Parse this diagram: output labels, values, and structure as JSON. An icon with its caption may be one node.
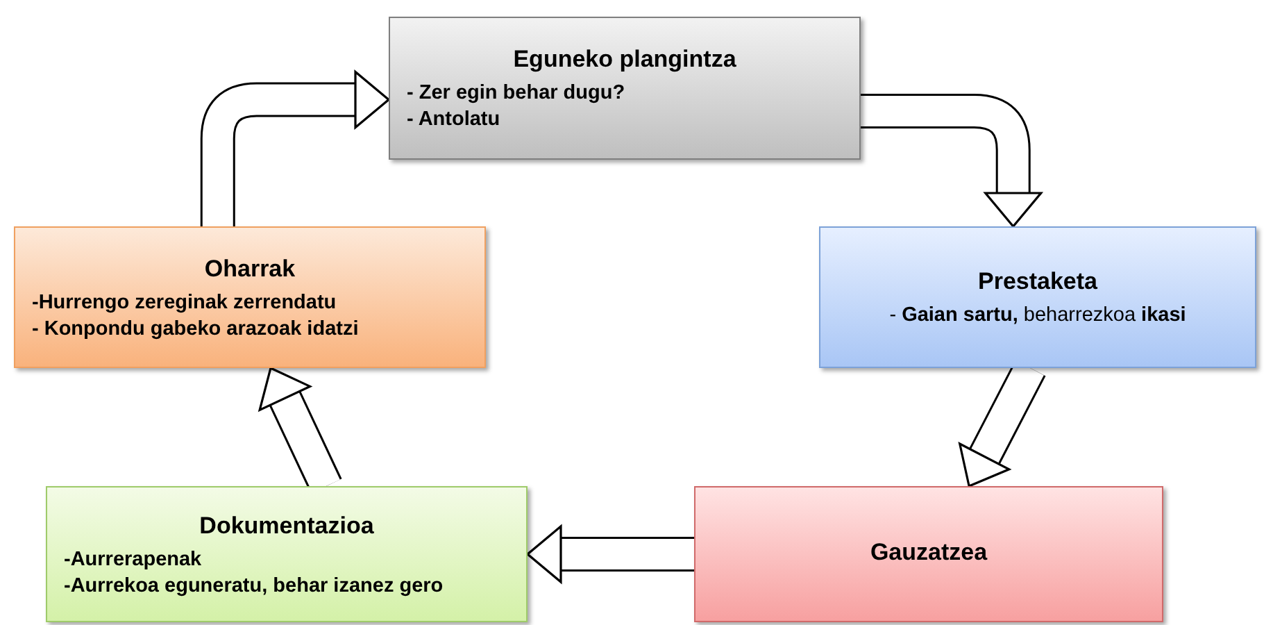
{
  "diagram": {
    "nodes": [
      {
        "text": [
          "Eguneko plangintza",
          "- Zer egin behar dugu?",
          "- Antolatu"
        ]
      },
      {
        "text": [
          "Prestaketa",
          "- **Gaian sartu,** beharrezkoa  **ikasi**"
        ]
      },
      {
        "text": [
          "Gauzatzea"
        ]
      },
      {
        "text": [
          "Dokumentazioa",
          "-Aurrerapenak",
          "-Aurrekoa eguneratu, behar izanez gero"
        ]
      },
      {
        "text": [
          "Oharrak",
          "-Hurrengo zereginak zerrendatu",
          "- Konpondu gabeko arazoak idatzi"
        ]
      }
    ],
    "edges": [
      {
        "from": 0,
        "to": 1,
        "arrow": "to"
      },
      {
        "from": 1,
        "to": 2,
        "arrow": "to"
      },
      {
        "from": 2,
        "to": 3,
        "arrow": "to"
      },
      {
        "from": 3,
        "to": 4,
        "arrow": "to"
      },
      {
        "from": 4,
        "to": 0,
        "arrow": "to"
      }
    ]
  }
}
